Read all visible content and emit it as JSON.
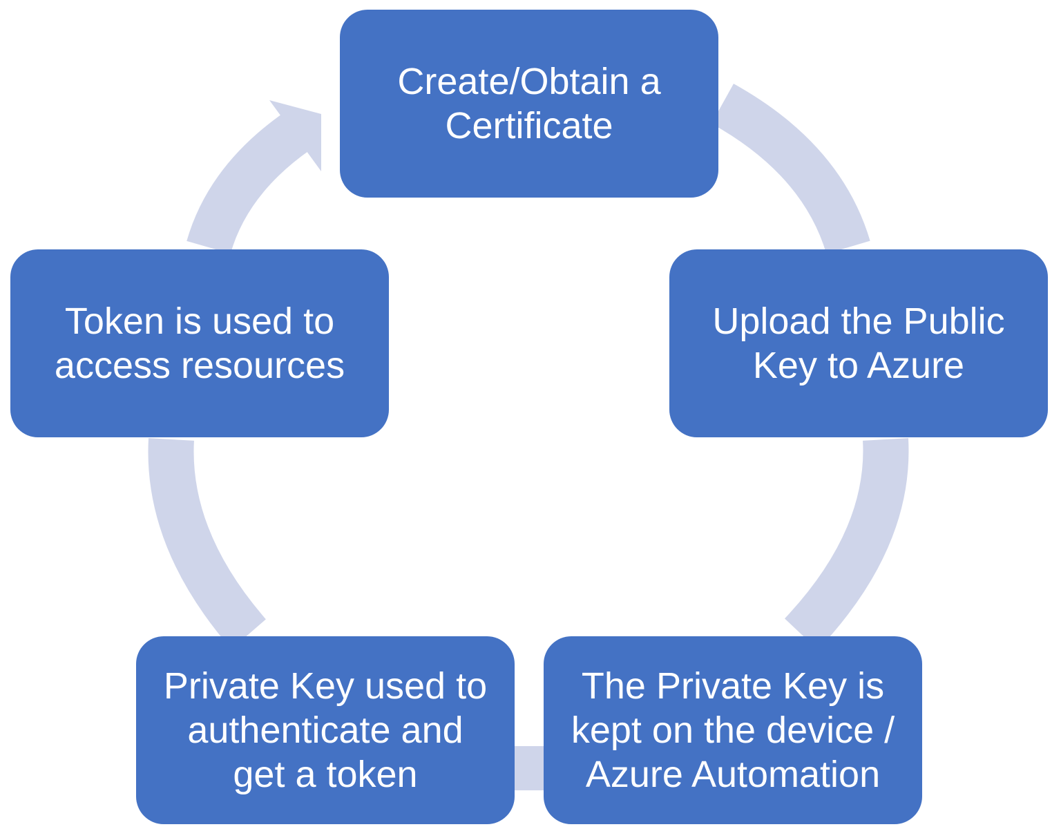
{
  "colors": {
    "box_fill": "#4472c4",
    "box_text": "#ffffff",
    "ring": "#cfd5ea",
    "background": "#ffffff"
  },
  "steps": [
    {
      "label": "Create/Obtain a\nCertificate"
    },
    {
      "label": "Upload the Public\nKey to Azure"
    },
    {
      "label": "The Private Key is\nkept on the device /\nAzure Automation"
    },
    {
      "label": "Private Key used to\nauthenticate and\nget a token"
    },
    {
      "label": "Token is used to\naccess resources"
    }
  ]
}
